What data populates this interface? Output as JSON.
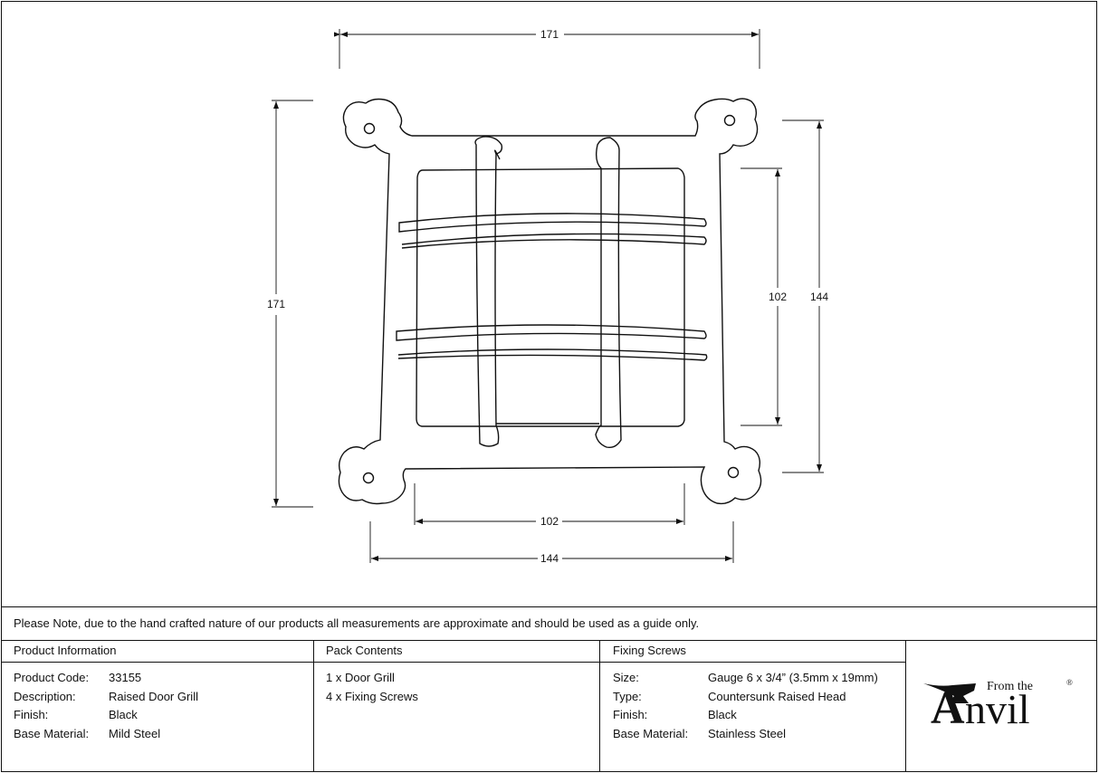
{
  "drawing": {
    "dimensions": {
      "overall_width": "171",
      "overall_height": "171",
      "fixing_centres_width": "144",
      "fixing_centres_height": "144",
      "aperture_width": "102",
      "aperture_height": "102"
    }
  },
  "note": "Please Note, due to the hand crafted nature of our products all measurements are approximate and should be used as a guide only.",
  "product_info": {
    "title": "Product Information",
    "rows": [
      {
        "label": "Product Code:",
        "value": "33155"
      },
      {
        "label": "Description:",
        "value": "Raised Door Grill"
      },
      {
        "label": "Finish:",
        "value": "Black"
      },
      {
        "label": "Base Material:",
        "value": "Mild Steel"
      }
    ]
  },
  "pack_contents": {
    "title": "Pack Contents",
    "items": [
      "1 x Door Grill",
      "4 x Fixing Screws"
    ]
  },
  "fixing_screws": {
    "title": "Fixing Screws",
    "rows": [
      {
        "label": "Size:",
        "value": "Gauge 6 x 3/4” (3.5mm x 19mm)"
      },
      {
        "label": "Type:",
        "value": "Countersunk Raised Head"
      },
      {
        "label": "Finish:",
        "value": "Black"
      },
      {
        "label": "Base Material:",
        "value": "Stainless Steel"
      }
    ]
  },
  "brand": {
    "small_text": "From the",
    "big_letter": "A",
    "rest": "nvil",
    "registered": "®"
  }
}
